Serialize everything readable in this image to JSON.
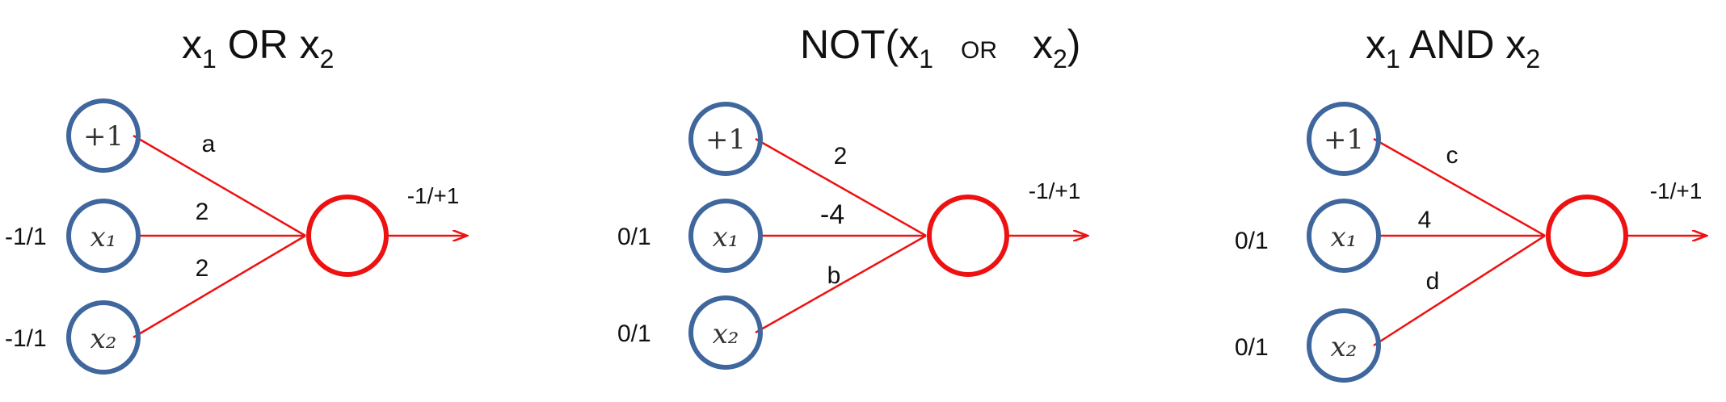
{
  "colors": {
    "input_node": "#3f679d",
    "output_node": "#ee1111",
    "edge": "#ee1111"
  },
  "networks": [
    {
      "title": {
        "pre": "x",
        "s1": "1",
        "op": " OR x",
        "s2": "2",
        "post": ""
      },
      "nodes": {
        "bias": "+1",
        "x1": "x₁",
        "x2": "x₂"
      },
      "weights": {
        "bias": "a",
        "x1": "2",
        "x2": "2"
      },
      "inputs": {
        "x1": "-1/1",
        "x2": "-1/1"
      },
      "output": "-1/+1"
    },
    {
      "title": {
        "pre": "NOT(x",
        "s1": "1",
        "op": "OR",
        "mid": "x",
        "s2": "2",
        "post": ")"
      },
      "nodes": {
        "bias": "+1",
        "x1": "x₁",
        "x2": "x₂"
      },
      "weights": {
        "bias": "2",
        "x1": "-4",
        "x2": "b"
      },
      "inputs": {
        "x1": "0/1",
        "x2": "0/1"
      },
      "output": "-1/+1"
    },
    {
      "title": {
        "pre": "x",
        "s1": "1",
        "op": " AND x",
        "s2": "2",
        "post": ""
      },
      "nodes": {
        "bias": "+1",
        "x1": "x₁",
        "x2": "x₂"
      },
      "weights": {
        "bias": "c",
        "x1": "4",
        "x2": "d"
      },
      "inputs": {
        "x1": "0/1",
        "x2": "0/1"
      },
      "output": "-1/+1"
    }
  ]
}
